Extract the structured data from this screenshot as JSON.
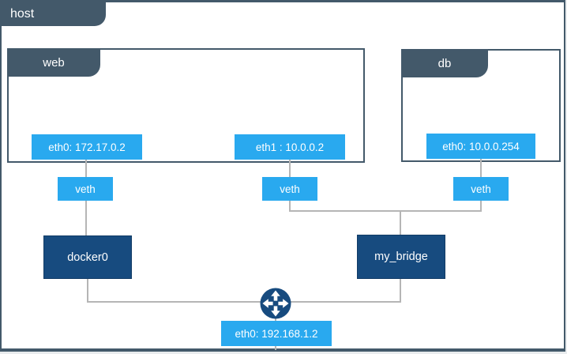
{
  "host": {
    "label": "host",
    "interface": "eth0: 192.168.1.2"
  },
  "containers": {
    "web": {
      "label": "web",
      "eth0": "eth0: 172.17.0.2",
      "eth1": "eth1 : 10.0.0.2"
    },
    "db": {
      "label": "db",
      "eth0": "eth0: 10.0.0.254"
    }
  },
  "veths": {
    "web_eth0": "veth",
    "web_eth1": "veth",
    "db_eth0": "veth"
  },
  "bridges": {
    "docker0": "docker0",
    "my_bridge": "my_bridge"
  },
  "icons": {
    "router": "router-icon"
  },
  "colors": {
    "node_blue": "#29a9ef",
    "bridge_navy": "#174b7f",
    "frame_slate": "#43596a",
    "connector_gray": "#b5b5b5"
  }
}
